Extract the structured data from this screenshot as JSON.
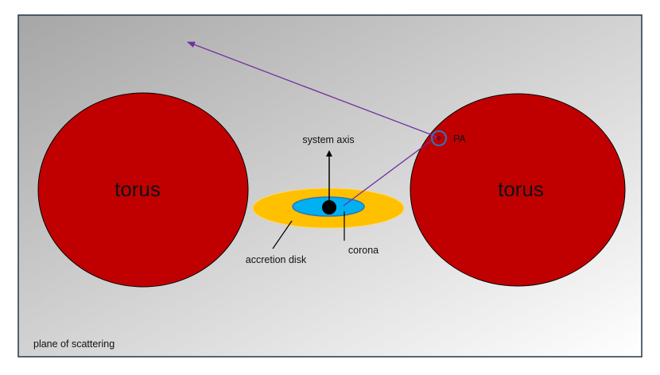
{
  "colors": {
    "background_light": "#ffffff",
    "background_dark": "#a6a6a6",
    "frame": "#243447",
    "torus": "#c00000",
    "accretion_disk": "#ffc000",
    "corona": "#00b0f0",
    "corona_outline": "#2e75b6",
    "black_hole": "#000000",
    "ray": "#7030a0",
    "pa_marker": "#2e75b6",
    "pa_dot": "#c00000"
  },
  "labels": {
    "torus_left": "torus",
    "torus_right": "torus",
    "system_axis": "system axis",
    "accretion_disk": "accretion disk",
    "corona": "corona",
    "pa": "PA",
    "plane_of_scattering": "plane of scattering"
  }
}
